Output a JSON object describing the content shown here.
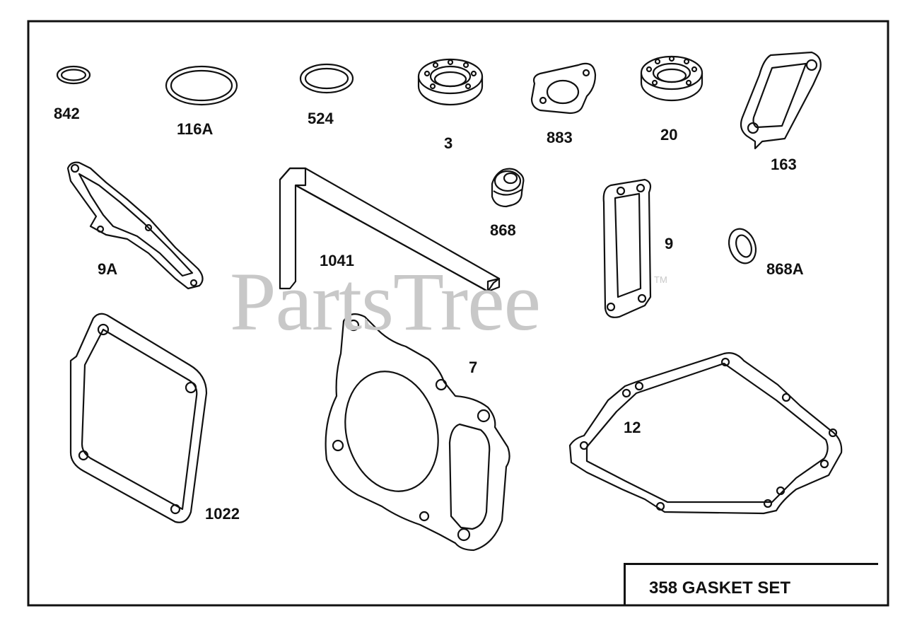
{
  "watermark": {
    "text": "PartsTree",
    "mark": "TM"
  },
  "set_title": "358 GASKET SET",
  "parts": {
    "p842": "842",
    "p116A": "116A",
    "p524": "524",
    "p3": "3",
    "p883": "883",
    "p20": "20",
    "p163": "163",
    "p9A": "9A",
    "p1041": "1041",
    "p868": "868",
    "p9": "9",
    "p868A": "868A",
    "p7": "7",
    "p1022": "1022",
    "p12": "12"
  }
}
